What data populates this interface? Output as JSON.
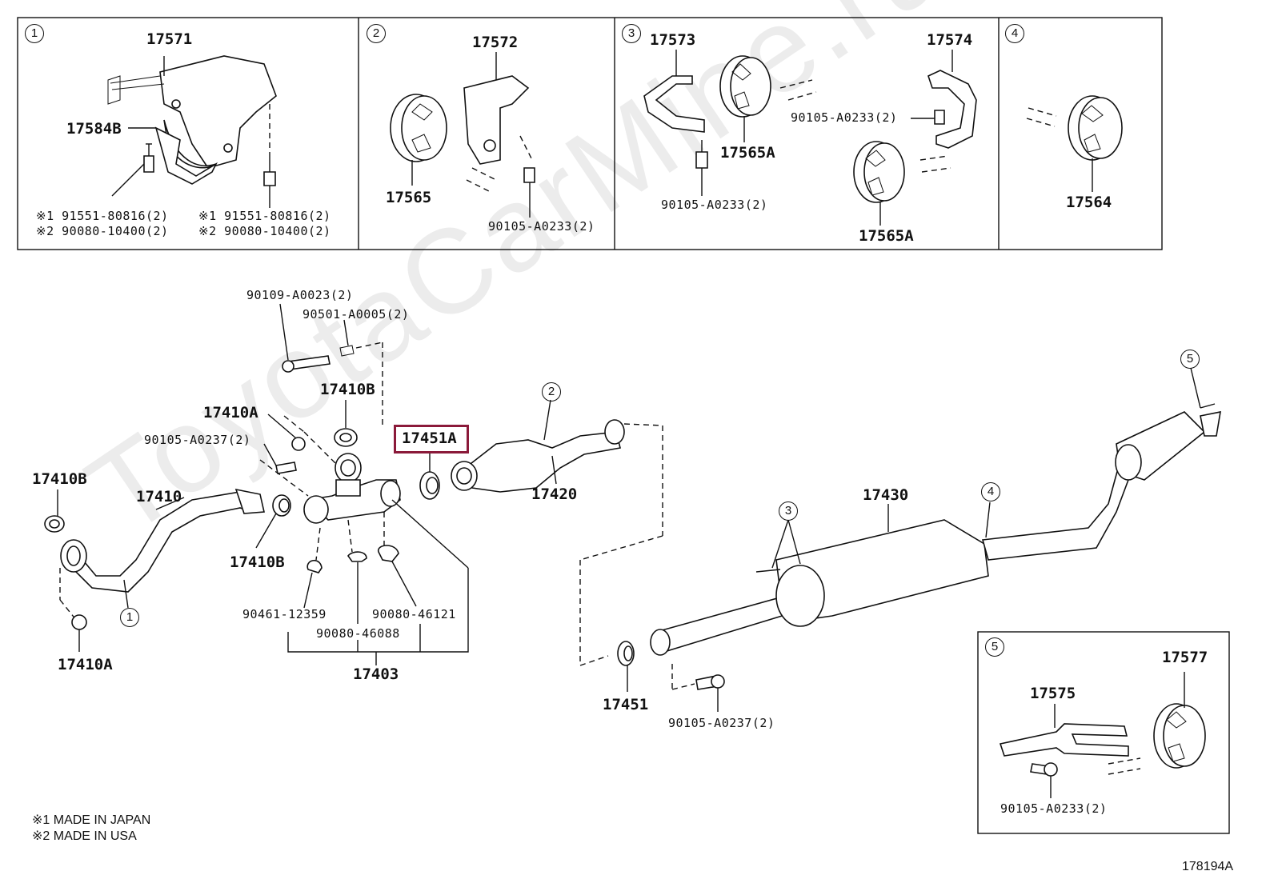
{
  "watermark": "ToyotaCarMine.ru",
  "diagram_id": "178194A",
  "highlighted_part": "17451A",
  "notes": [
    "※1 MADE IN JAPAN",
    "※2 MADE IN USA"
  ],
  "panel1": {
    "num": "1",
    "p17571": "17571",
    "p17584B": "17584B",
    "l1a": "※1 91551-80816(2)",
    "l1b": "※2 90080-10400(2)",
    "r1a": "※1 91551-80816(2)",
    "r1b": "※2 90080-10400(2)"
  },
  "panel2": {
    "num": "2",
    "p17572": "17572",
    "p17565": "17565",
    "bolt": "90105-A0233(2)"
  },
  "panel3": {
    "num": "3",
    "p17573": "17573",
    "p17574": "17574",
    "p17565A_a": "17565A",
    "p17565A_b": "17565A",
    "bolt_a": "90105-A0233(2)",
    "bolt_b": "90105-A0233(2)"
  },
  "panel4": {
    "num": "4",
    "p17564": "17564"
  },
  "panel5": {
    "num": "5",
    "p17575": "17575",
    "p17577": "17577",
    "bolt": "90105-A0233(2)"
  },
  "main": {
    "b1": "90109-A0023(2)",
    "b2": "90501-A0005(2)",
    "p17410B_top": "17410B",
    "p17410A_top": "17410A",
    "b3": "90105-A0237(2)",
    "p17410B_left": "17410B",
    "p17410": "17410",
    "p17410B_mid": "17410B",
    "p17410A_bottom": "17410A",
    "b4": "90461-12359",
    "b5": "90080-46088",
    "b6": "90080-46121",
    "p17403": "17403",
    "p17451A": "17451A",
    "p17420": "17420",
    "p17430": "17430",
    "p17451": "17451",
    "b7": "90105-A0237(2)",
    "c1": "1",
    "c2": "2",
    "c3": "3",
    "c4": "4",
    "c5": "5"
  }
}
